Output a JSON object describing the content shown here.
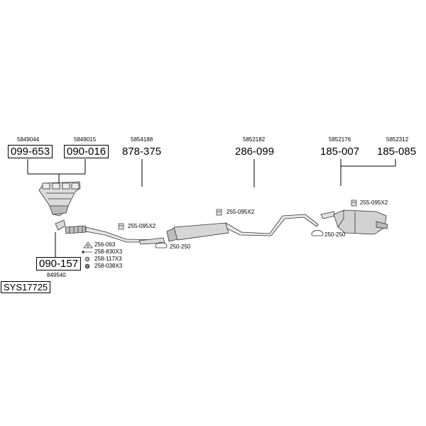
{
  "system_code": "SYS17725",
  "parts": [
    {
      "id": "manifold-a",
      "ref": "5849044",
      "number": "099-653",
      "boxed": true
    },
    {
      "id": "manifold-b",
      "ref": "5849015",
      "number": "090-016",
      "boxed": true
    },
    {
      "id": "front-pipe",
      "ref": "5854188",
      "number": "878-375",
      "boxed": false
    },
    {
      "id": "middle-silencer",
      "ref": "5852182",
      "number": "286-099",
      "boxed": false
    },
    {
      "id": "rear-silencer-a",
      "ref": "5852176",
      "number": "185-007",
      "boxed": false
    },
    {
      "id": "rear-silencer-b",
      "ref": "5852312",
      "number": "185-085",
      "boxed": false
    },
    {
      "id": "catalyst",
      "ref": "849540",
      "number": "090-157",
      "boxed": true
    }
  ],
  "accessories": {
    "clamp_kit_1": "255-095X2",
    "clamp_kit_2": "255-095X2",
    "clamp_kit_3": "255-095X2",
    "clamp_1": "250-250",
    "clamp_2": "250-250",
    "gasket": "256-063",
    "bolt": "258-830X3",
    "spring": "258-117X3",
    "nut": "258-038X3"
  }
}
